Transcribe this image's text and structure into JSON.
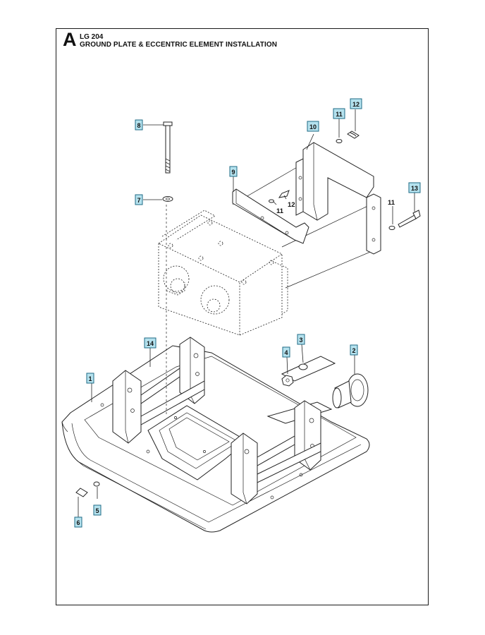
{
  "header": {
    "section_letter": "A",
    "model": "LG 204",
    "title": "GROUND PLATE & ECCENTRIC ELEMENT INSTALLATION"
  },
  "callouts": [
    {
      "id": "1",
      "boxed": true
    },
    {
      "id": "2",
      "boxed": true
    },
    {
      "id": "3",
      "boxed": true
    },
    {
      "id": "4",
      "boxed": true
    },
    {
      "id": "5",
      "boxed": true
    },
    {
      "id": "6",
      "boxed": true
    },
    {
      "id": "7",
      "boxed": true
    },
    {
      "id": "8",
      "boxed": true
    },
    {
      "id": "9",
      "boxed": true
    },
    {
      "id": "10",
      "boxed": true
    },
    {
      "id": "11",
      "boxed": true
    },
    {
      "id": "12",
      "boxed": true
    },
    {
      "id": "13",
      "boxed": true
    },
    {
      "id": "14",
      "boxed": true
    }
  ],
  "plain_labels": [
    {
      "id": "11"
    },
    {
      "id": "12"
    },
    {
      "id": "11"
    }
  ],
  "colors": {
    "callout_fill": "#b5e2ee",
    "callout_border": "#1f6b86",
    "line": "#222222"
  }
}
